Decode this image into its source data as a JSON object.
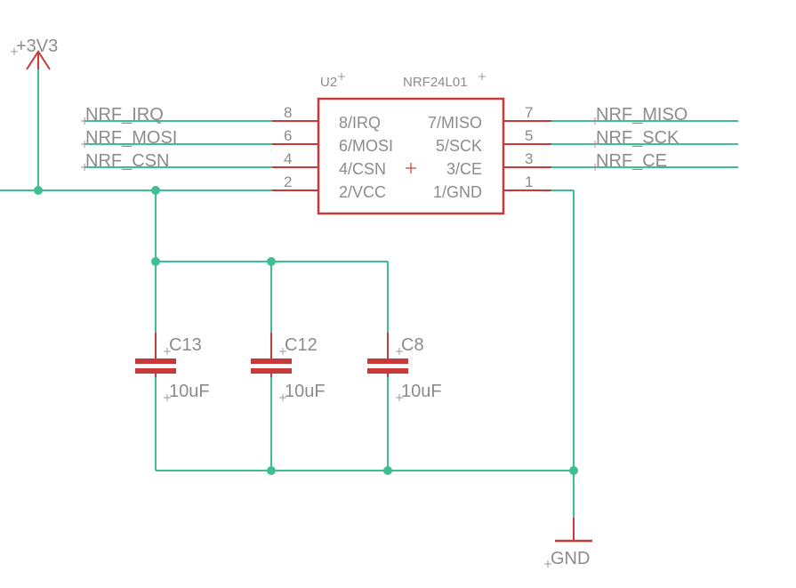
{
  "power": {
    "vcc_label": "+3V3",
    "gnd_label": "GND"
  },
  "ic": {
    "ref": "U2",
    "value": "NRF24L01",
    "left_pins": [
      {
        "num": "8",
        "name": "8/IRQ",
        "net": "NRF_IRQ"
      },
      {
        "num": "6",
        "name": "6/MOSI",
        "net": "NRF_MOSI"
      },
      {
        "num": "4",
        "name": "4/CSN",
        "net": "NRF_CSN"
      },
      {
        "num": "2",
        "name": "2/VCC",
        "net": ""
      }
    ],
    "right_pins": [
      {
        "num": "7",
        "name": "7/MISO",
        "net": "NRF_MISO"
      },
      {
        "num": "5",
        "name": "5/SCK",
        "net": "NRF_SCK"
      },
      {
        "num": "3",
        "name": "3/CE",
        "net": "NRF_CE"
      },
      {
        "num": "1",
        "name": "1/GND",
        "net": ""
      }
    ]
  },
  "capacitors": [
    {
      "ref": "C13",
      "value": "10uF"
    },
    {
      "ref": "C12",
      "value": "10uF"
    },
    {
      "ref": "C8",
      "value": "10uF"
    }
  ],
  "colors": {
    "wire": "#3dbf8f",
    "part": "#c83a3a",
    "text": "#8c8c8c"
  }
}
